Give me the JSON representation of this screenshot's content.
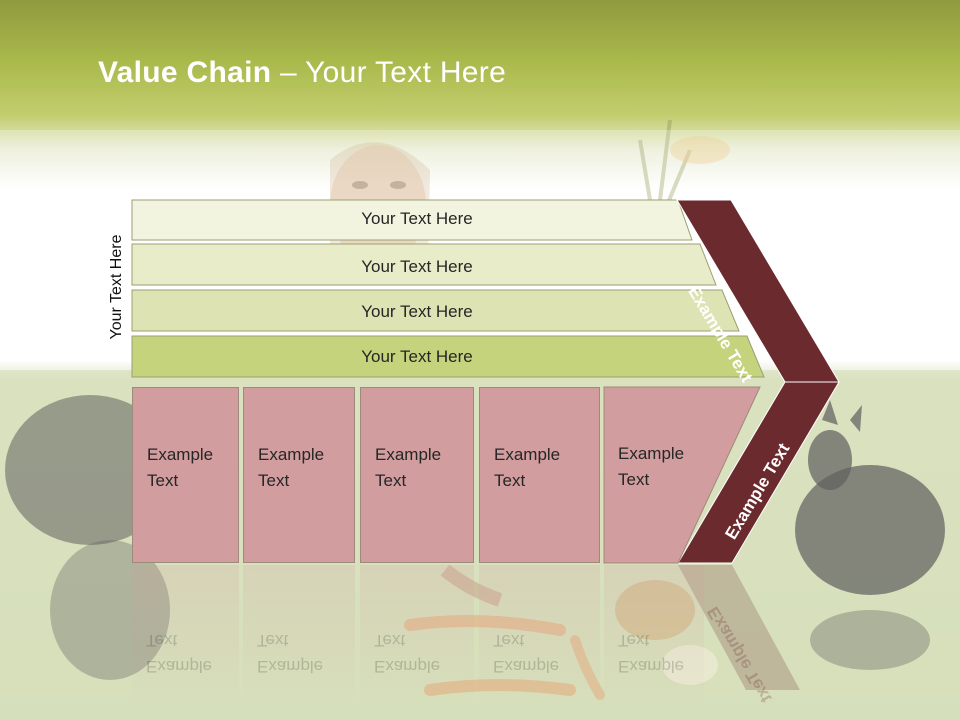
{
  "slide": {
    "title_bold": "Value Chain",
    "title_rest": " – Your Text Here",
    "side_label": "Your Text Here",
    "bars": [
      {
        "label": "Your Text Here"
      },
      {
        "label": "Your Text Here"
      },
      {
        "label": "Your Text Here"
      },
      {
        "label": "Your Text Here"
      }
    ],
    "boxes": [
      {
        "line1": "Example",
        "line2": "Text"
      },
      {
        "line1": "Example",
        "line2": "Text"
      },
      {
        "line1": "Example",
        "line2": "Text"
      },
      {
        "line1": "Example",
        "line2": "Text"
      },
      {
        "line1": "Example",
        "line2": "Text"
      }
    ],
    "chevron_top": "Example Text",
    "chevron_bottom": "Example Text",
    "colors": {
      "header_green": "#a9b94a",
      "bar_light": "#f2f4e0",
      "bar_mid": "#dde3b2",
      "bar_dark": "#c5d37d",
      "box_pink": "#d29d9f",
      "chevron_maroon": "#6b2a2d"
    }
  }
}
